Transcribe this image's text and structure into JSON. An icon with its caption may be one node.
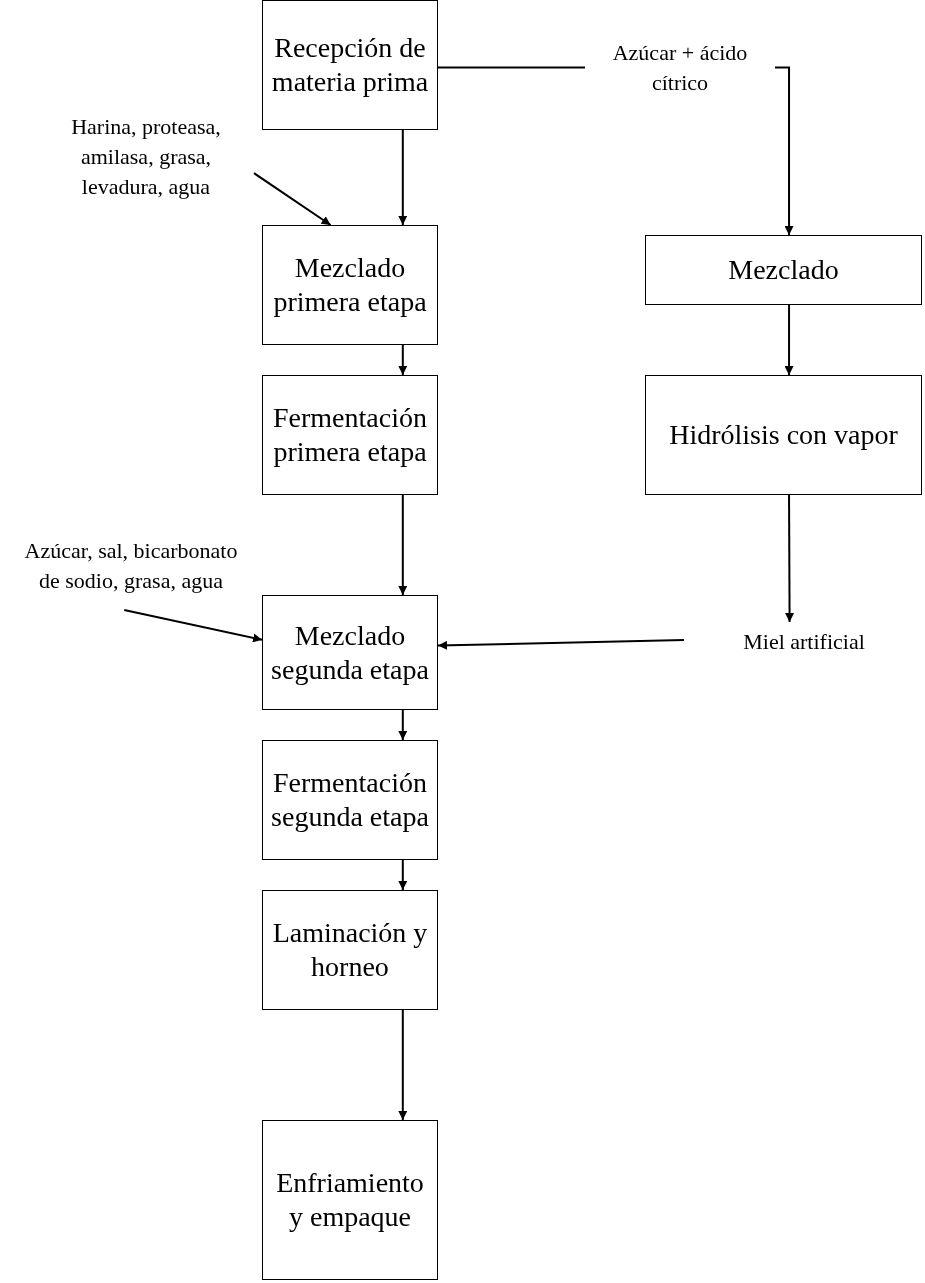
{
  "diagram": {
    "nodes": [
      {
        "text": [
          "Recepción de materia prima"
        ]
      },
      {
        "text": [
          "Harina, proteasa, amilasa, grasa, levadura, agua"
        ]
      },
      {
        "text": [
          "Mezclado primera etapa"
        ]
      },
      {
        "text": [
          "Mezclado"
        ]
      },
      {
        "text": [
          "Fermentación primera etapa"
        ]
      },
      {
        "text": [
          "Hidrólisis con vapor"
        ]
      },
      {
        "text": [
          "Azúcar, sal, bicarbonato de sodio, grasa, agua"
        ]
      },
      {
        "text": [
          "Mezclado segunda etapa"
        ]
      },
      {
        "text": [
          "Miel artificial"
        ]
      },
      {
        "text": [
          "Fermentación segunda etapa"
        ]
      },
      {
        "text": [
          "Laminación y horneo"
        ]
      },
      {
        "text": [
          "Enfriamiento y empaque"
        ]
      }
    ],
    "edges": [
      {
        "from": 0,
        "to": 2,
        "arrow": "to"
      },
      {
        "from": 1,
        "to": 2,
        "arrow": "to"
      },
      {
        "from": 0,
        "to": 3,
        "arrow": "to",
        "label": "Azúcar + ácido cítrico"
      },
      {
        "from": 3,
        "to": 5,
        "arrow": "to"
      },
      {
        "from": 2,
        "to": 4,
        "arrow": "to"
      },
      {
        "from": 4,
        "to": 7,
        "arrow": "to"
      },
      {
        "from": 6,
        "to": 7,
        "arrow": "to"
      },
      {
        "from": 5,
        "to": 8,
        "arrow": "to"
      },
      {
        "from": 8,
        "to": 7,
        "arrow": "to"
      },
      {
        "from": 7,
        "to": 9,
        "arrow": "to"
      },
      {
        "from": 9,
        "to": 10,
        "arrow": "to"
      },
      {
        "from": 10,
        "to": 11,
        "arrow": "to"
      }
    ]
  }
}
